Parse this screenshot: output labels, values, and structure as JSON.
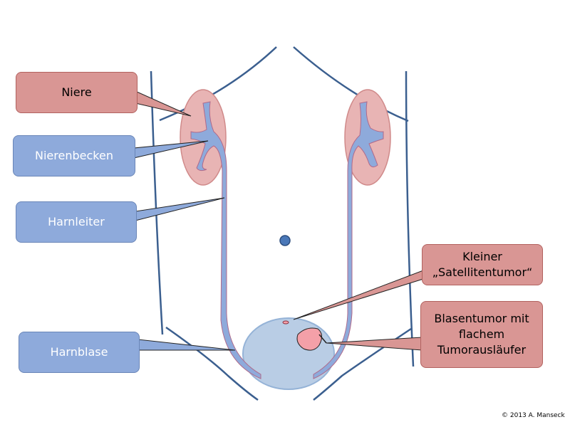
{
  "labels": {
    "niere": "Niere",
    "nierenbecken": "Nierenbecken",
    "harnleiter": "Harnleiter",
    "harnblase": "Harnblase",
    "satellitentumor": "Kleiner „Satellitentumor“",
    "blasentumor": "Blasentumor mit flachem Tumorausläufer"
  },
  "copyright": "© 2013 A. Manseck",
  "colors": {
    "kidney": "#e8b4b4",
    "pelvis_ureter": "#8eaadb",
    "bladder": "#b9cde5",
    "tumor": "#f4a0a8",
    "body_outline": "#3b5f8f",
    "pink_label": "#d99694",
    "blue_label": "#8eaadb"
  }
}
